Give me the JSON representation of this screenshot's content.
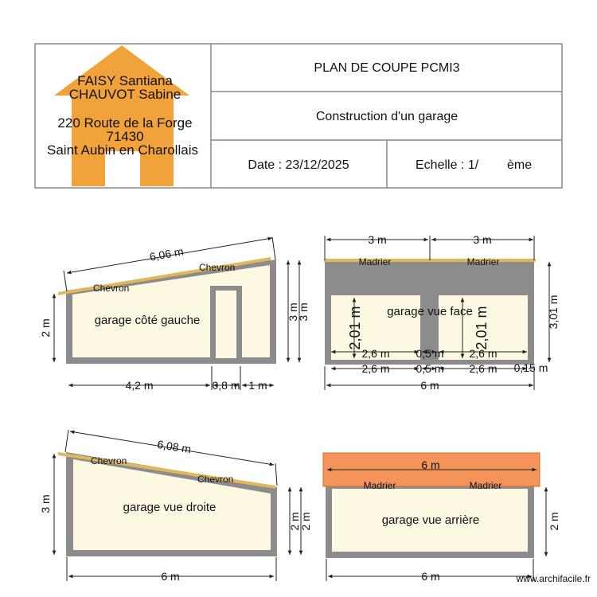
{
  "title_block": {
    "plan_title": "PLAN DE COUPE PCMI3",
    "subtitle": "Construction d'un garage",
    "date": "Date : 23/12/2025",
    "scale": "Echelle : 1/",
    "scale_suffix": "ème",
    "owners_line1": "FAISY Santiana",
    "owners_line2": "CHAUVOT Sabine",
    "address_line1": "220 Route de la Forge",
    "address_line2": "71430",
    "address_line3": "Saint Aubin en Charollais"
  },
  "views": {
    "left": {
      "label": "garage côté gauche",
      "roof_dim": "6,06 m",
      "chevron_1": "Chevron",
      "chevron_2": "Chevron",
      "height_left": "2 m",
      "height_right_1": "3 m",
      "height_right_2": "3 m",
      "bottom_1": "4,2 m",
      "bottom_2": "0,8 m",
      "bottom_3": "1 m"
    },
    "front": {
      "label": "garage vue face",
      "top_left": "3 m",
      "top_right": "3 m",
      "madrier_1": "Madrier",
      "madrier_2": "Madrier",
      "door_h_1": "2,01 m",
      "door_h_2": "2,01 m",
      "inner_1": "2,6 m",
      "inner_2": "0,5 m",
      "inner_3": "2,6 m",
      "bottom_1": "2,6 m",
      "bottom_2": "0,5 m",
      "bottom_3": "2,6 m",
      "bottom_4": "0,15 m",
      "total": "6 m",
      "right_height": "3,01 m"
    },
    "right": {
      "label": "garage vue droite",
      "roof_dim": "6,08 m",
      "chevron_1": "Chevron",
      "chevron_2": "Chevron",
      "height_left": "3 m",
      "height_right_1": "2 m",
      "height_right_2": "2 m",
      "bottom": "6 m"
    },
    "rear": {
      "label": "garage vue arrière",
      "top_dim": "6 m",
      "madrier_1": "Madrier",
      "madrier_2": "Madrier",
      "height_right": "2 m",
      "bottom": "6 m"
    }
  },
  "watermark": "www.archifacile.fr",
  "colors": {
    "wall": "#8c8c8c",
    "interior": "#fdf8e1",
    "roof_beam": "#e0b85a",
    "house_logo": "#f2a23a",
    "rear_roof": "#f4945a",
    "rear_roof_border": "#d66b2a"
  }
}
